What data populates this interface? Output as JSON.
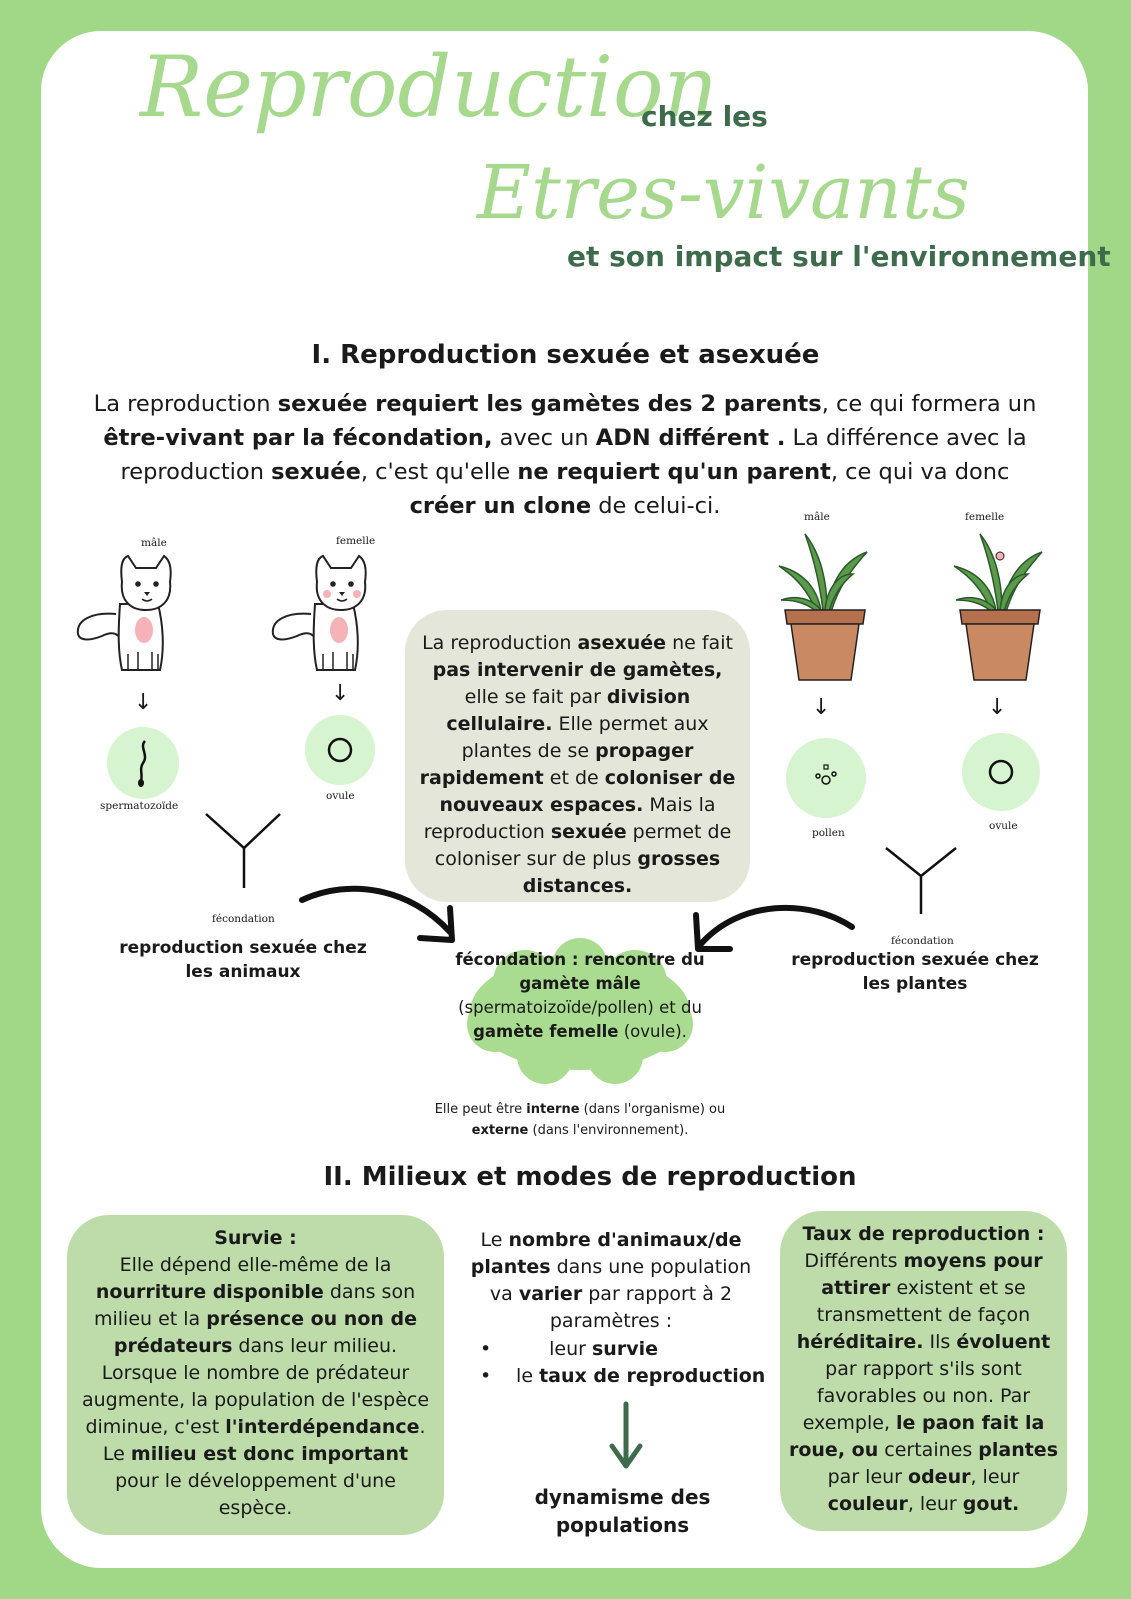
{
  "colors": {
    "background": "#a0d888",
    "card": "#ffffff",
    "title_script": "#a6d98e",
    "subtitle": "#3e6b4c",
    "mid_box": "#e4e6d9",
    "side_box": "#bddcaa",
    "blob": "#d7f4d1",
    "cloud": "#a9dc90",
    "arrow": "#3e6b4c"
  },
  "header": {
    "title_1": "Reproduction",
    "subtitle_1": "chez les",
    "title_2": "Etres-vivants",
    "subtitle_2": "et son impact sur l'environnement"
  },
  "section1": {
    "heading": "I. Reproduction sexuée et asexuée",
    "intro": [
      {
        "t": "La reproduction ",
        "b": false
      },
      {
        "t": "sexuée requiert les gamètes des 2 parents",
        "b": true
      },
      {
        "t": ", ce qui formera un ",
        "b": false
      },
      {
        "t": "être-vivant par la fécondation,",
        "b": true
      },
      {
        "t": " avec un ",
        "b": false
      },
      {
        "t": "ADN différent .",
        "b": true
      },
      {
        "t": " La différence avec la reproduction ",
        "b": false
      },
      {
        "t": "sexuée",
        "b": true
      },
      {
        "t": ", c'est qu'elle ",
        "b": false
      },
      {
        "t": "ne requiert qu'un parent",
        "b": true
      },
      {
        "t": ", ce qui va donc ",
        "b": false
      },
      {
        "t": "créer un clone",
        "b": true
      },
      {
        "t": " de celui-ci.",
        "b": false
      }
    ]
  },
  "animals": {
    "male_label": "mâle",
    "female_label": "femelle",
    "sperm_label": "spermatozoïde",
    "ovule_label": "ovule",
    "fecondation_label": "fécondation",
    "caption": "reproduction sexuée chez les animaux"
  },
  "plants": {
    "male_label": "mâle",
    "female_label": "femelle",
    "pollen_label": "pollen",
    "ovule_label": "ovule",
    "fecondation_label": "fécondation",
    "caption": "reproduction sexuée chez les plantes"
  },
  "asexual_box": [
    {
      "t": "La reproduction ",
      "b": false
    },
    {
      "t": "asexuée",
      "b": true
    },
    {
      "t": "  ne fait ",
      "b": false
    },
    {
      "t": "pas intervenir de gamètes,",
      "b": true
    },
    {
      "t": " elle se fait par ",
      "b": false
    },
    {
      "t": "division cellulaire.",
      "b": true
    },
    {
      "t": " Elle permet aux plantes de se ",
      "b": false
    },
    {
      "t": "propager rapidement",
      "b": true
    },
    {
      "t": " et de ",
      "b": false
    },
    {
      "t": "coloniser de nouveaux espaces.",
      "b": true
    },
    {
      "t": " Mais la reproduction ",
      "b": false
    },
    {
      "t": "sexuée",
      "b": true
    },
    {
      "t": " permet de coloniser sur de plus ",
      "b": false
    },
    {
      "t": "grosses distances.",
      "b": true
    }
  ],
  "fecondation_cloud": [
    {
      "t": "fécondation : rencontre du gamète mâle",
      "b": true
    },
    {
      "t": " (spermatoizoïde/pollen) ",
      "b": false
    },
    {
      "t": "et du ",
      "b": false
    },
    {
      "t": "gamète femelle",
      "b": true
    },
    {
      "t": " (ovule).",
      "b": false
    }
  ],
  "fecondation_note": [
    {
      "t": "Elle peut être ",
      "b": false
    },
    {
      "t": "interne",
      "b": true
    },
    {
      "t": " (dans l'organisme) ou ",
      "b": false
    },
    {
      "t": "externe",
      "b": true
    },
    {
      "t": " (dans l'environnement).",
      "b": false
    }
  ],
  "section2": {
    "heading": "II. Milieux et modes de reproduction",
    "survie": [
      {
        "t": "Survie :",
        "b": true,
        "br": true
      },
      {
        "t": "Elle dépend elle-même de la ",
        "b": false
      },
      {
        "t": "nourriture disponible",
        "b": true
      },
      {
        "t": " dans son milieu et la ",
        "b": false
      },
      {
        "t": "présence ou non de prédateurs",
        "b": true
      },
      {
        "t": " dans leur milieu. Lorsque le nombre de prédateur augmente, la population de l'espèce diminue, c'est ",
        "b": false
      },
      {
        "t": "l'interdépendance",
        "b": true
      },
      {
        "t": ". Le ",
        "b": false
      },
      {
        "t": "milieu est donc important",
        "b": true
      },
      {
        "t": " pour le développement d'une espèce.",
        "b": false
      }
    ],
    "middle": [
      {
        "t": "Le ",
        "b": false
      },
      {
        "t": "nombre d'animaux/de plantes",
        "b": true
      },
      {
        "t": " dans une population va ",
        "b": false
      },
      {
        "t": "varier",
        "b": true
      },
      {
        "t": " par rapport à 2 paramètres :",
        "b": false
      }
    ],
    "bullets": [
      [
        {
          "t": "leur ",
          "b": false
        },
        {
          "t": "survie",
          "b": true
        }
      ],
      [
        {
          "t": "le ",
          "b": false
        },
        {
          "t": "taux de reproduction",
          "b": true
        }
      ]
    ],
    "conclusion": "dynamisme des populations",
    "taux": [
      {
        "t": "Taux de reproduction :",
        "b": true,
        "br": true
      },
      {
        "t": "Différents ",
        "b": false
      },
      {
        "t": "moyens pour attirer",
        "b": true
      },
      {
        "t": " existent et se transmettent de façon ",
        "b": false
      },
      {
        "t": "héréditaire.",
        "b": true
      },
      {
        "t": " Ils ",
        "b": false
      },
      {
        "t": "évoluent",
        "b": true
      },
      {
        "t": " par rapport s'ils sont favorables ou non. Par exemple, ",
        "b": false
      },
      {
        "t": "le paon fait la roue, ou",
        "b": true
      },
      {
        "t": " certaines ",
        "b": false
      },
      {
        "t": "plantes",
        "b": true
      },
      {
        "t": " par leur ",
        "b": false
      },
      {
        "t": "odeur",
        "b": true
      },
      {
        "t": ", leur ",
        "b": false
      },
      {
        "t": "couleur",
        "b": true
      },
      {
        "t": ", leur ",
        "b": false
      },
      {
        "t": "gout.",
        "b": true
      }
    ]
  }
}
